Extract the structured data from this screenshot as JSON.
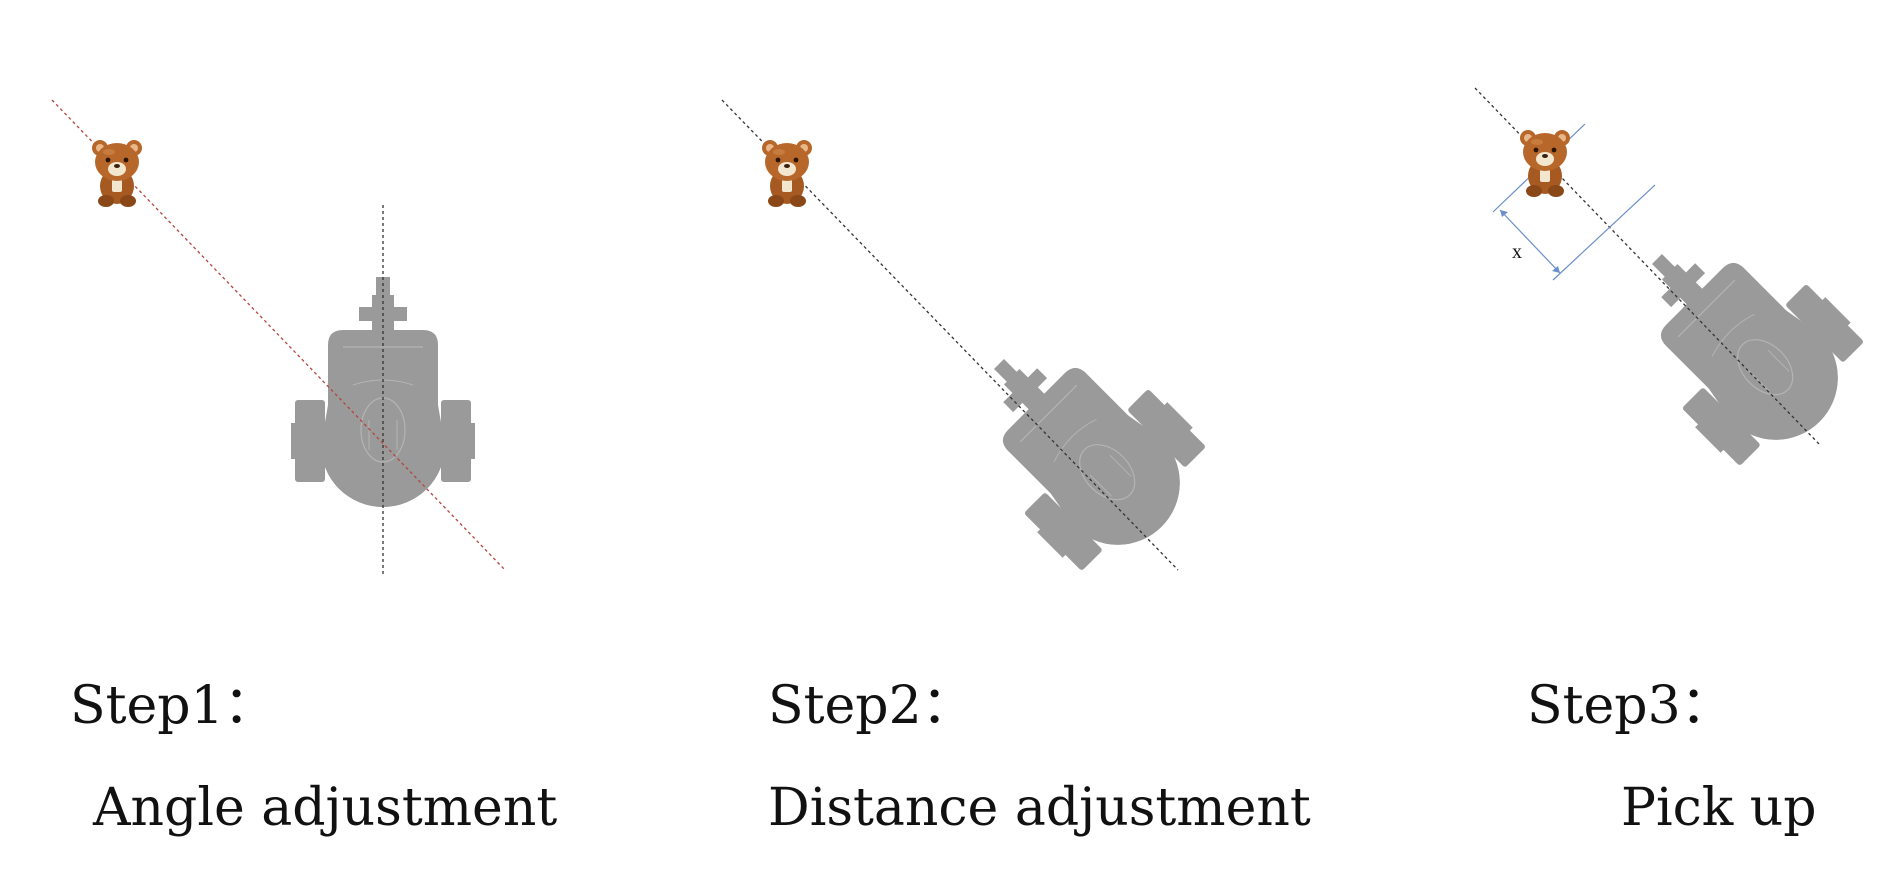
{
  "panels": [
    {
      "step_label": "Step1：",
      "caption": "Angle adjustment"
    },
    {
      "step_label": "Step2：",
      "caption": "Distance adjustment"
    },
    {
      "step_label": "Step3：",
      "caption": "Pick up"
    }
  ],
  "dimension_label": "x",
  "colors": {
    "robot": "#9a9a9a",
    "robot_edge": "#b4b4b4",
    "guide_line_red": "#b5443e",
    "guide_line_dark": "#333333",
    "dimension_line": "#6b8fc9",
    "bear_body": "#b8672a",
    "bear_dark": "#8a4718",
    "bear_cream": "#f3e6cf"
  },
  "icons": [
    "teddy-bear-icon",
    "robot-vacuum-icon"
  ]
}
